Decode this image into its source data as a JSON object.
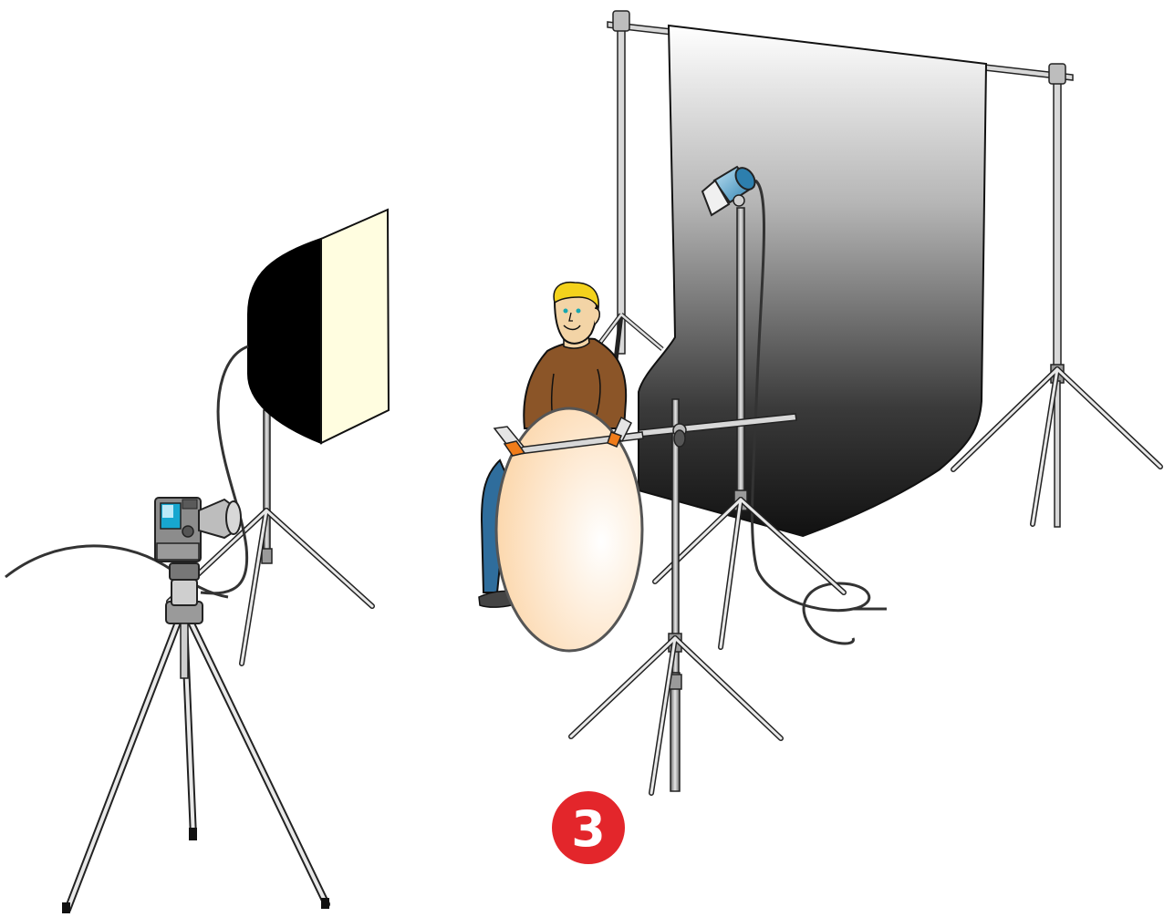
{
  "diagram": {
    "step_badge": {
      "label": "3",
      "color": "#e3262b"
    },
    "elements": [
      "camera-on-tripod",
      "softbox-light-on-stand",
      "seated-subject",
      "round-reflector-on-boom-stand",
      "background-light-with-snoot",
      "gradient-backdrop-on-support-stand"
    ],
    "colors": {
      "softbox_front": "#fffde0",
      "softbox_back": "#000000",
      "reflector": "#fde3c4",
      "clamps": "#f07c1a",
      "shirt": "#8b5528",
      "jeans": "#2f6d9c",
      "hair": "#f3d21c",
      "backdrop_top": "#ffffff",
      "backdrop_bottom": "#111111",
      "lamp_head": "#5aa9d6"
    }
  }
}
